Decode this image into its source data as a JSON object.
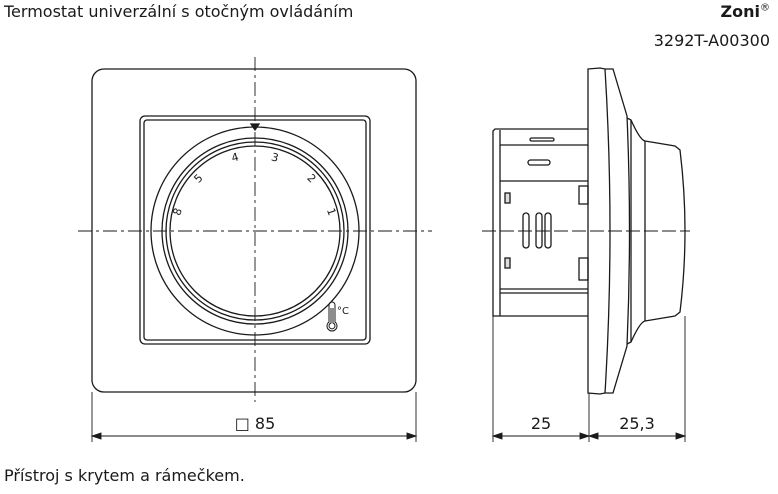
{
  "header": {
    "title": "Termostat univerzální s otočným ovládáním",
    "brand": "Zoni",
    "brand_mark": "®",
    "product_code": "3292T-A00300"
  },
  "drawing": {
    "dial_numbers": [
      "8",
      "5",
      "4",
      "3",
      "2",
      "1"
    ],
    "temperature_unit": "°C",
    "dimensions": {
      "front_width": "□ 85",
      "body_depth": "25",
      "front_depth": "25,3"
    }
  },
  "caption": "Přístroj s krytem a rámečkem."
}
